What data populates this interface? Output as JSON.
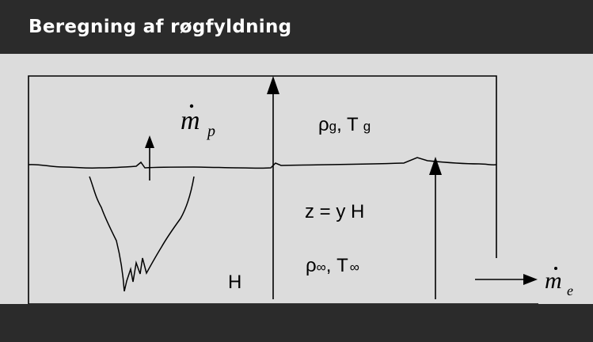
{
  "header": {
    "title": "Beregning af røgfyldning"
  },
  "diagram": {
    "plume_flow": {
      "symbol": "m",
      "subscript": "p"
    },
    "upper_layer": {
      "rho": "ρ",
      "rho_sub": "g",
      "sep": ", ",
      "temp": "T",
      "temp_sub": "g"
    },
    "interface_height": "z = y H",
    "lower_layer": {
      "rho": "ρ",
      "rho_sub": "∞",
      "sep": ", ",
      "temp": "T",
      "temp_sub": "∞"
    },
    "room_height": "H",
    "exit_flow": {
      "symbol": "m",
      "subscript": "e"
    }
  },
  "colors": {
    "bar": "#2b2b2b",
    "background": "#dcdcdc",
    "ink": "#000000"
  }
}
